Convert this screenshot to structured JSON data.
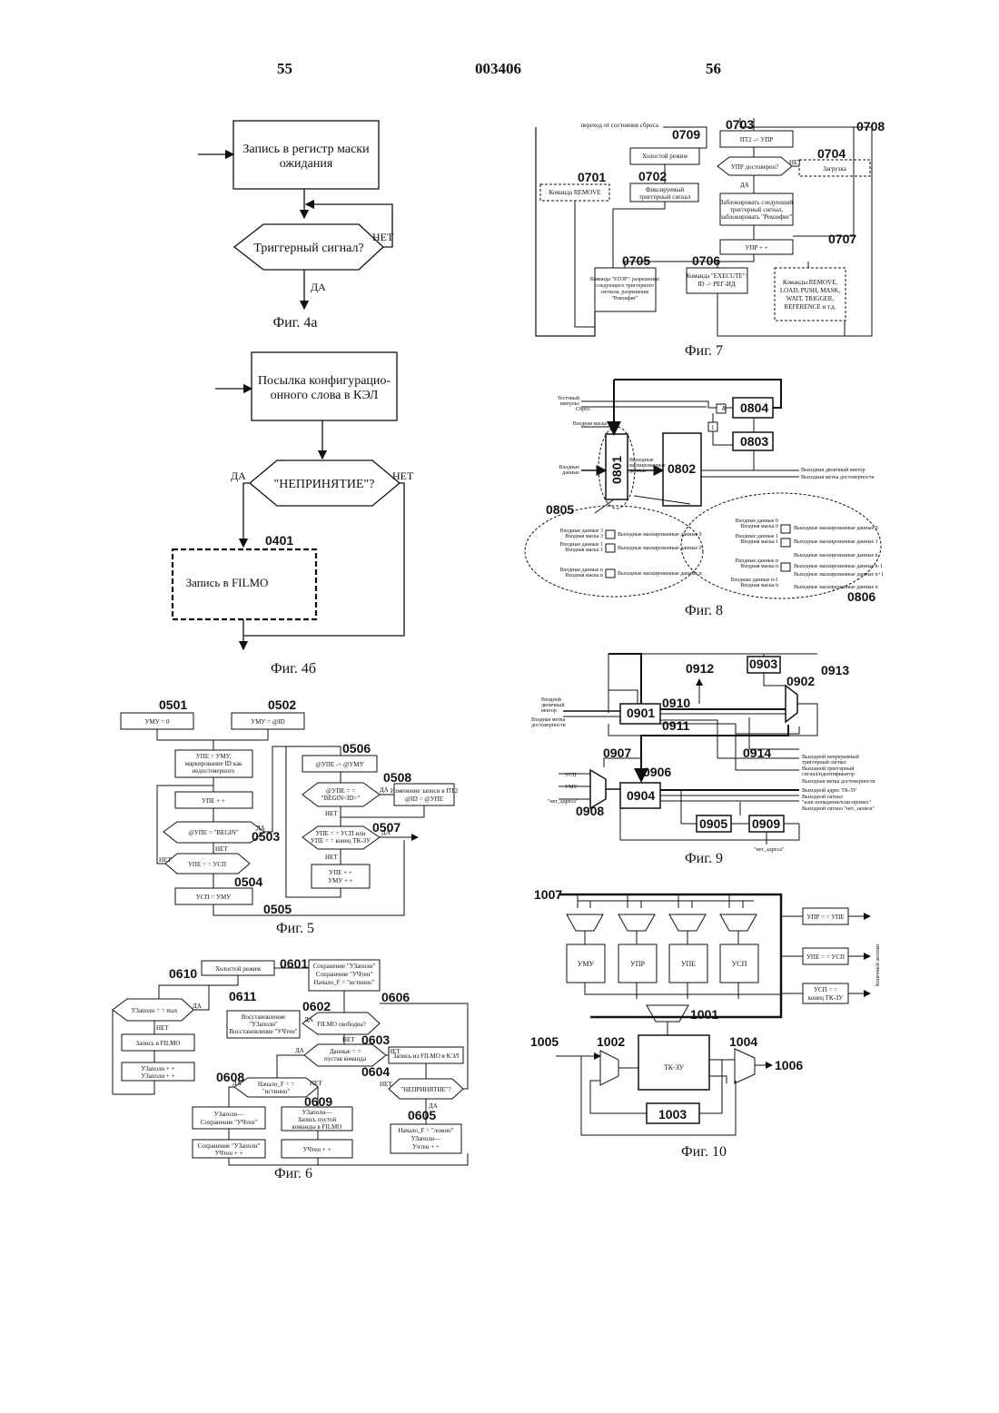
{
  "header": {
    "left_page": "55",
    "patent_no": "003406",
    "right_page": "56"
  },
  "fig4a": {
    "caption": "Фиг. 4а",
    "box": [
      "Запись в регистр маски",
      "ожидания"
    ],
    "decision": "Триггерный сигнал?",
    "no": "НЕТ",
    "yes": "ДА"
  },
  "fig4b": {
    "caption": "Фиг. 4б",
    "box": [
      "Посылка конфигурацио-",
      "онного слова в КЭЛ"
    ],
    "decision": "\"НЕПРИНЯТИЕ\"?",
    "yes": "ДА",
    "no": "НЕТ",
    "ref": "0401",
    "dashed_box": "Запись в FILMO"
  },
  "fig5": {
    "caption": "Фиг. 5",
    "refs": [
      "0501",
      "0502",
      "0503",
      "0504",
      "0505",
      "0506",
      "0507",
      "0508"
    ],
    "boxes": {
      "umu0": "УМУ = 0",
      "umuid": "УМУ = @ID",
      "upe": [
        "УПЕ = УМУ,",
        "маркирование ID как",
        "недостоверного"
      ],
      "upeinc": "УПЕ + +",
      "begin": "@УПЕ = \"BEGIN\"",
      "upe_usp": "УПЕ = = УСП",
      "usp": "УСП = УМУ",
      "upe_umu": "@УПЕ -> @УМУ",
      "upe_begin": [
        "@УПЕ = =",
        "\"BEGIN<ID>\""
      ],
      "change": [
        "Изменение записи в ПТ2",
        "@ID = @УПЕ"
      ],
      "cond": [
        "УПЕ = = УСП или",
        "УПЕ = = конец ТК-ЗУ"
      ],
      "inc2": [
        "УПЕ + +",
        "УМУ + +"
      ]
    },
    "yes": "ДА",
    "no": "НЕТ"
  },
  "fig6": {
    "caption": "Фиг. 6",
    "refs": [
      "0601",
      "0602",
      "0603",
      "0604",
      "0605",
      "0606",
      "0608",
      "0609",
      "0610",
      "0611"
    ],
    "idle": "Холостой режим",
    "save": [
      "Сохранение \"УЗаполн\"",
      "Сохранение \"УЧтен\"",
      "Начало_F = \"истинно\""
    ],
    "max": "УЗаполн = = max",
    "restore": [
      "Восстановление",
      "\"УЗаполн\"",
      "Восстановление \"УЧтен\""
    ],
    "filmo_free": "FILMO свободна?",
    "write_filmo": "Запись в FILMO",
    "inc_fill": [
      "УЗаполн + +",
      "УЗаполн + +"
    ],
    "empty": [
      "Данные = =",
      "пустая команда"
    ],
    "to_kel": "Запись из FILMO в КЭЛ",
    "start_true": [
      "Начало_F = =",
      "\"истинно\""
    ],
    "reject": "\"НЕПРИНЯТИЕ\"?",
    "box_a": [
      "УЗаполн—",
      "Сохранение \"УЧтен\""
    ],
    "box_b": [
      "УЗаполн—",
      "Запись пустой",
      "команды в FILMO"
    ],
    "box_c": [
      "Начало_F = \"ложно\"",
      "УЗаполн—",
      "Учтен + +"
    ],
    "box_d": [
      "Сохранение \"УЗаполн\"",
      "УЧтен + +"
    ],
    "box_e": "УЧтен + +",
    "yes": "ДА",
    "no": "НЕТ"
  },
  "fig7": {
    "caption": "Фиг. 7",
    "refs": [
      "0701",
      "0702",
      "0703",
      "0704",
      "0705",
      "0706",
      "0707",
      "0708",
      "0709"
    ],
    "reset": "переход от состояния сброса",
    "idle": "Холостой режим",
    "remove": "Команда REMOVE",
    "fixed": [
      "Фиксируемый",
      "триггерный сигнал"
    ],
    "pt2": "ПТ2 -> УПР",
    "valid": "УПР достоверен?",
    "load": "Загрузка",
    "block": [
      "Заблокировать следующий",
      "триггерный сигнал,",
      "заблокировать \"Реконфиг\""
    ],
    "inc": "УПР + +",
    "stop": [
      "Команда \"STOP\": разрешение",
      "следующего триггерного",
      "сигнала, разрешение",
      "\"Реконфиг\""
    ],
    "exec": [
      "Команда \"EXECUTE\":",
      "ID -> РЕГ-ИД"
    ],
    "cmds": [
      "Команды REMOVE,",
      "LOAD, PUSH, MASK,",
      "WAIT, TRIGGER,",
      "REFERENCE и т.д."
    ],
    "no": "НЕТ",
    "yes": "ДА"
  },
  "fig8": {
    "caption": "Фиг. 8",
    "refs": [
      "0801",
      "0802",
      "0803",
      "0804",
      "0805",
      "0806"
    ],
    "left_labels": [
      "Тестовый",
      "импульс",
      "Сброс",
      "Входная маска",
      "Входные",
      "данные"
    ],
    "right_labels": [
      "Выходная двоичный вектор",
      "Выходная метка достоверности"
    ],
    "mid_label": [
      "Выходные",
      "маскированные",
      "данные"
    ],
    "amp": "&",
    "one": "1",
    "ellipse_left": [
      "Входные данные 3",
      "Входная маска 3",
      "Входные данные 1",
      "Входная маска 1",
      "Входные данные n",
      "Входная маска n"
    ],
    "ellipse_left_out": [
      "Выходные маскированные данные 0",
      "Выходные маскированные данные 0",
      "Выходные маскированные данные n"
    ],
    "ellipse_right": [
      "Входные данные 0",
      "Входная маска 0",
      "Входные данные 1",
      "Входная маска 1",
      "Входные данные n",
      "Входная маска n",
      "Входные данные n-1",
      "Входная маска n"
    ],
    "ellipse_right_out": [
      "Выходные маскированные данные 0",
      "Выходные маскированные данные 1",
      "Выходные маскированные данные n",
      "Выходные маскированные данные n-1",
      "Выходные маскированные данные n+1",
      "Выходные маскированные данные n"
    ]
  },
  "fig9": {
    "caption": "Фиг. 9",
    "refs": [
      "0901",
      "0902",
      "0903",
      "0904",
      "0905",
      "0906",
      "0907",
      "0908",
      "0909",
      "0910",
      "0911",
      "0912",
      "0913",
      "0914"
    ],
    "left_labels": [
      "Входной",
      "двоичный",
      "вектор",
      "Входная метка",
      "достоверности"
    ],
    "left_labels2": [
      "УСП",
      "УМУ",
      "\"нет_адреса\""
    ],
    "right_labels": [
      "Выходной непрерывный",
      "триггерный сигнал",
      "Выходной триггерный",
      "сигнал/идентификатор",
      "Выходная метка достоверности",
      "Выходной адрес ТК-ЗУ",
      "Выходной сигнал",
      "\"кэш-попадание/кэш-промах\"",
      "Выходной сигнал \"нет_записи\""
    ],
    "bottom": "\"нет_адреса\""
  },
  "fig10": {
    "caption": "Фиг. 10",
    "refs": [
      "1001",
      "1002",
      "1003",
      "1004",
      "1005",
      "1006",
      "1007"
    ],
    "regs": [
      "УМУ",
      "УПР",
      "УПЕ",
      "УСП"
    ],
    "cmp": [
      "УПР = = УПЕ",
      "УПЕ = = УСП",
      "УСП = =",
      "конец ТК-ЗУ"
    ],
    "side": "Конечный автомат",
    "mem": "ТК-ЗУ"
  }
}
